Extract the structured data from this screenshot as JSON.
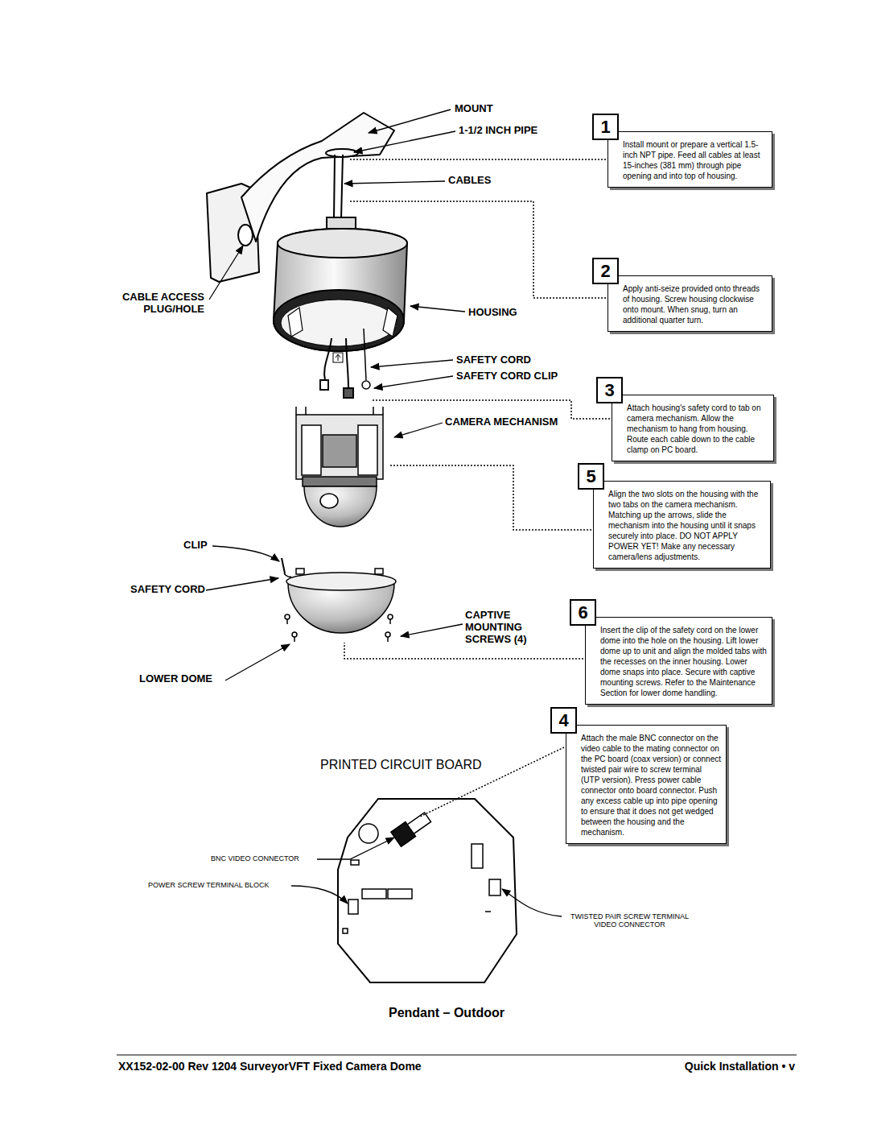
{
  "diagram": {
    "caption": "Pendant – Outdoor",
    "nodes": [
      {
        "text": [
          "1",
          "Install mount or prepare a vertical 1.5-inch NPT pipe. Feed all cables at least 15-inches (381 mm) through pipe opening and into top of housing."
        ]
      },
      {
        "text": [
          "2",
          "Apply anti-seize provided onto threads of housing. Screw housing clockwise onto mount. When snug, turn an additional quarter turn."
        ]
      },
      {
        "text": [
          "3",
          "Attach housing's safety cord to tab on camera mechanism. Allow the mechanism to hang from housing. Route each cable down to the cable clamp on PC board."
        ]
      },
      {
        "text": [
          "5",
          "Align the two slots on the housing with the two tabs on the camera mechanism. Matching up the arrows, slide the mechanism into the housing until it snaps securely into place. DO NOT APPLY POWER YET! Make any necessary camera/lens adjustments."
        ]
      },
      {
        "text": [
          "6",
          "Insert the clip of the safety cord on the lower dome into the hole on the housing. Lift lower dome up to unit and align the molded tabs with the recesses on the inner housing. Lower dome snaps into place. Secure with captive mounting screws. Refer to the Maintenance Section for lower dome handling."
        ]
      },
      {
        "text": [
          "4",
          "Attach the male BNC connector on the video cable to the mating connector on the PC board (coax version) or connect twisted pair wire to screw terminal (UTP version). Press power cable connector onto board connector. Push any excess cable up into pipe opening to ensure that it does not get wedged between the housing and the mechanism."
        ]
      }
    ],
    "labels": [
      "MOUNT",
      "1-1/2 INCH PIPE",
      "CABLES",
      "CABLE ACCESS PLUG/HOLE",
      "HOUSING",
      "SAFETY CORD",
      "SAFETY CORD CLIP",
      "CAMERA MECHANISM",
      "CLIP",
      "SAFETY CORD",
      "CAPTIVE MOUNTING SCREWS (4)",
      "LOWER DOME",
      "PRINTED CIRCUIT BOARD",
      "BNC VIDEO CONNECTOR",
      "POWER SCREW TERMINAL BLOCK",
      "TWISTED PAIR SCREW TERMINAL VIDEO CONNECTOR",
      "XX152-02-00 Rev 1204 SurveyorVFT Fixed Camera Dome",
      "Quick Installation • v"
    ]
  }
}
